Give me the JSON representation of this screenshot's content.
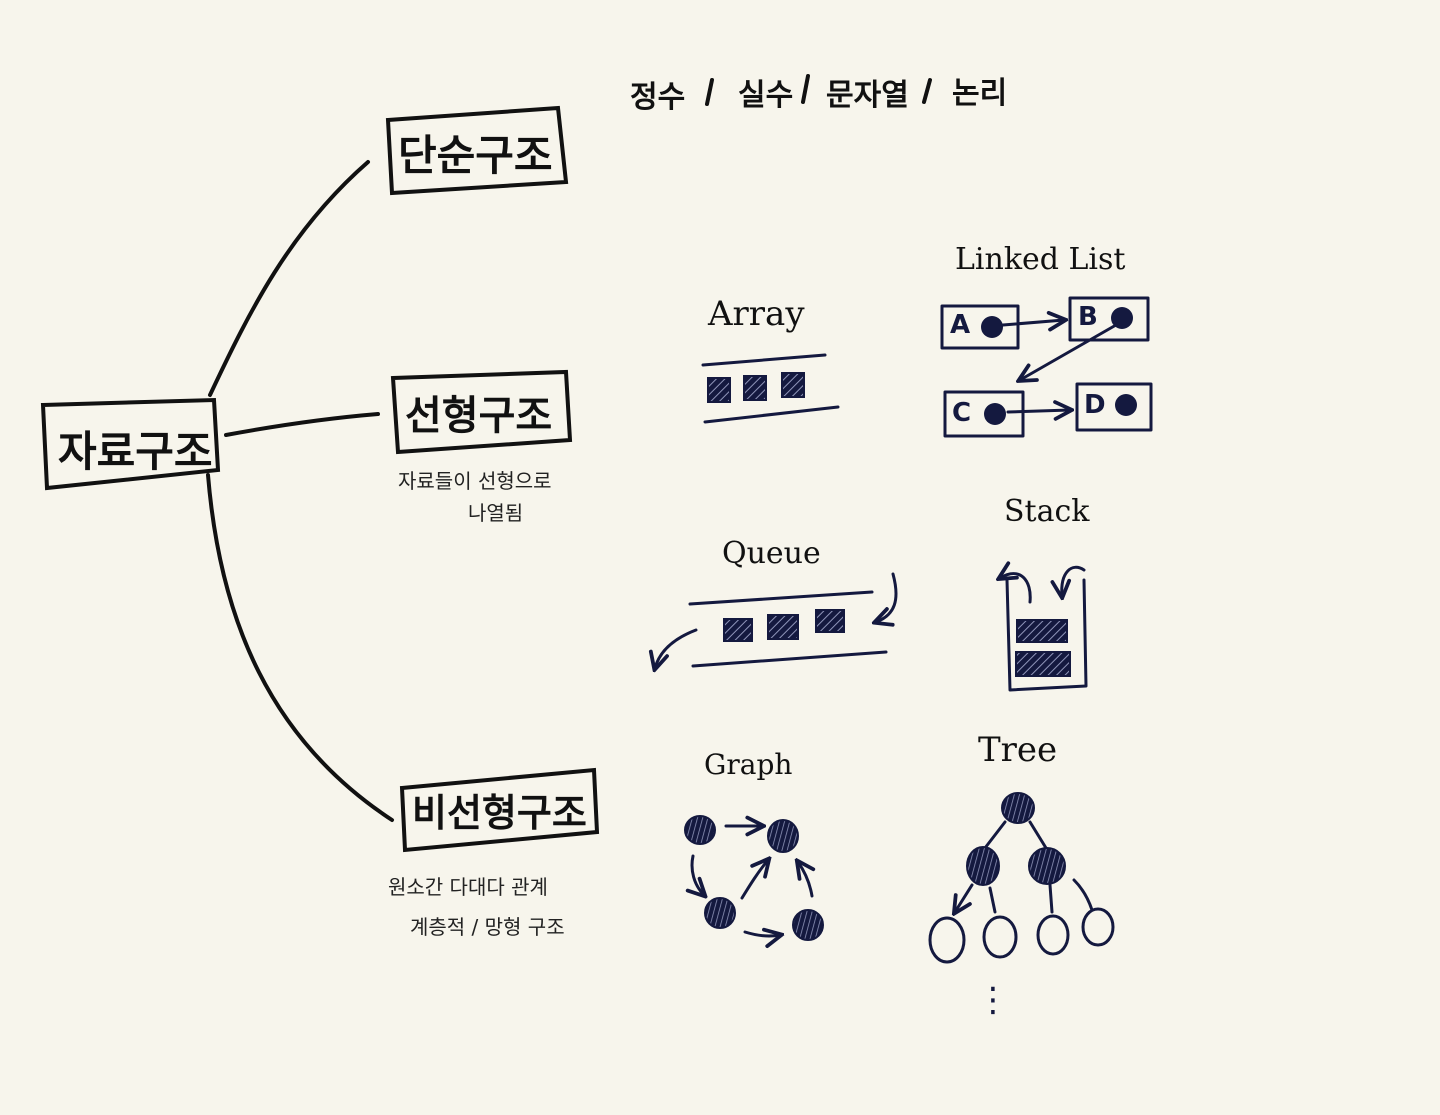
{
  "colors": {
    "ink": "#14193f",
    "background": "#f7f5ec",
    "branch": "#111111"
  },
  "root": {
    "label": "자료구조"
  },
  "branches": [
    {
      "id": "simple",
      "label": "단순구조",
      "items_text": [
        "정수",
        "실수",
        "문자열",
        "논리"
      ],
      "separator": "/"
    },
    {
      "id": "linear",
      "label": "선형구조",
      "description": [
        "자료들이 선형으로",
        "나열됨"
      ]
    },
    {
      "id": "nonlinear",
      "label": "비선형구조",
      "description": [
        "원소간 다대다 관계",
        "계층적 / 망형 구조"
      ]
    }
  ],
  "linear_structures": {
    "array": {
      "title": "Array"
    },
    "linked_list": {
      "title": "Linked List",
      "nodes": [
        "A",
        "B",
        "C",
        "D"
      ]
    },
    "queue": {
      "title": "Queue"
    },
    "stack": {
      "title": "Stack"
    }
  },
  "nonlinear_structures": {
    "graph": {
      "title": "Graph"
    },
    "tree": {
      "title": "Tree",
      "ellipsis": "⋮"
    }
  }
}
